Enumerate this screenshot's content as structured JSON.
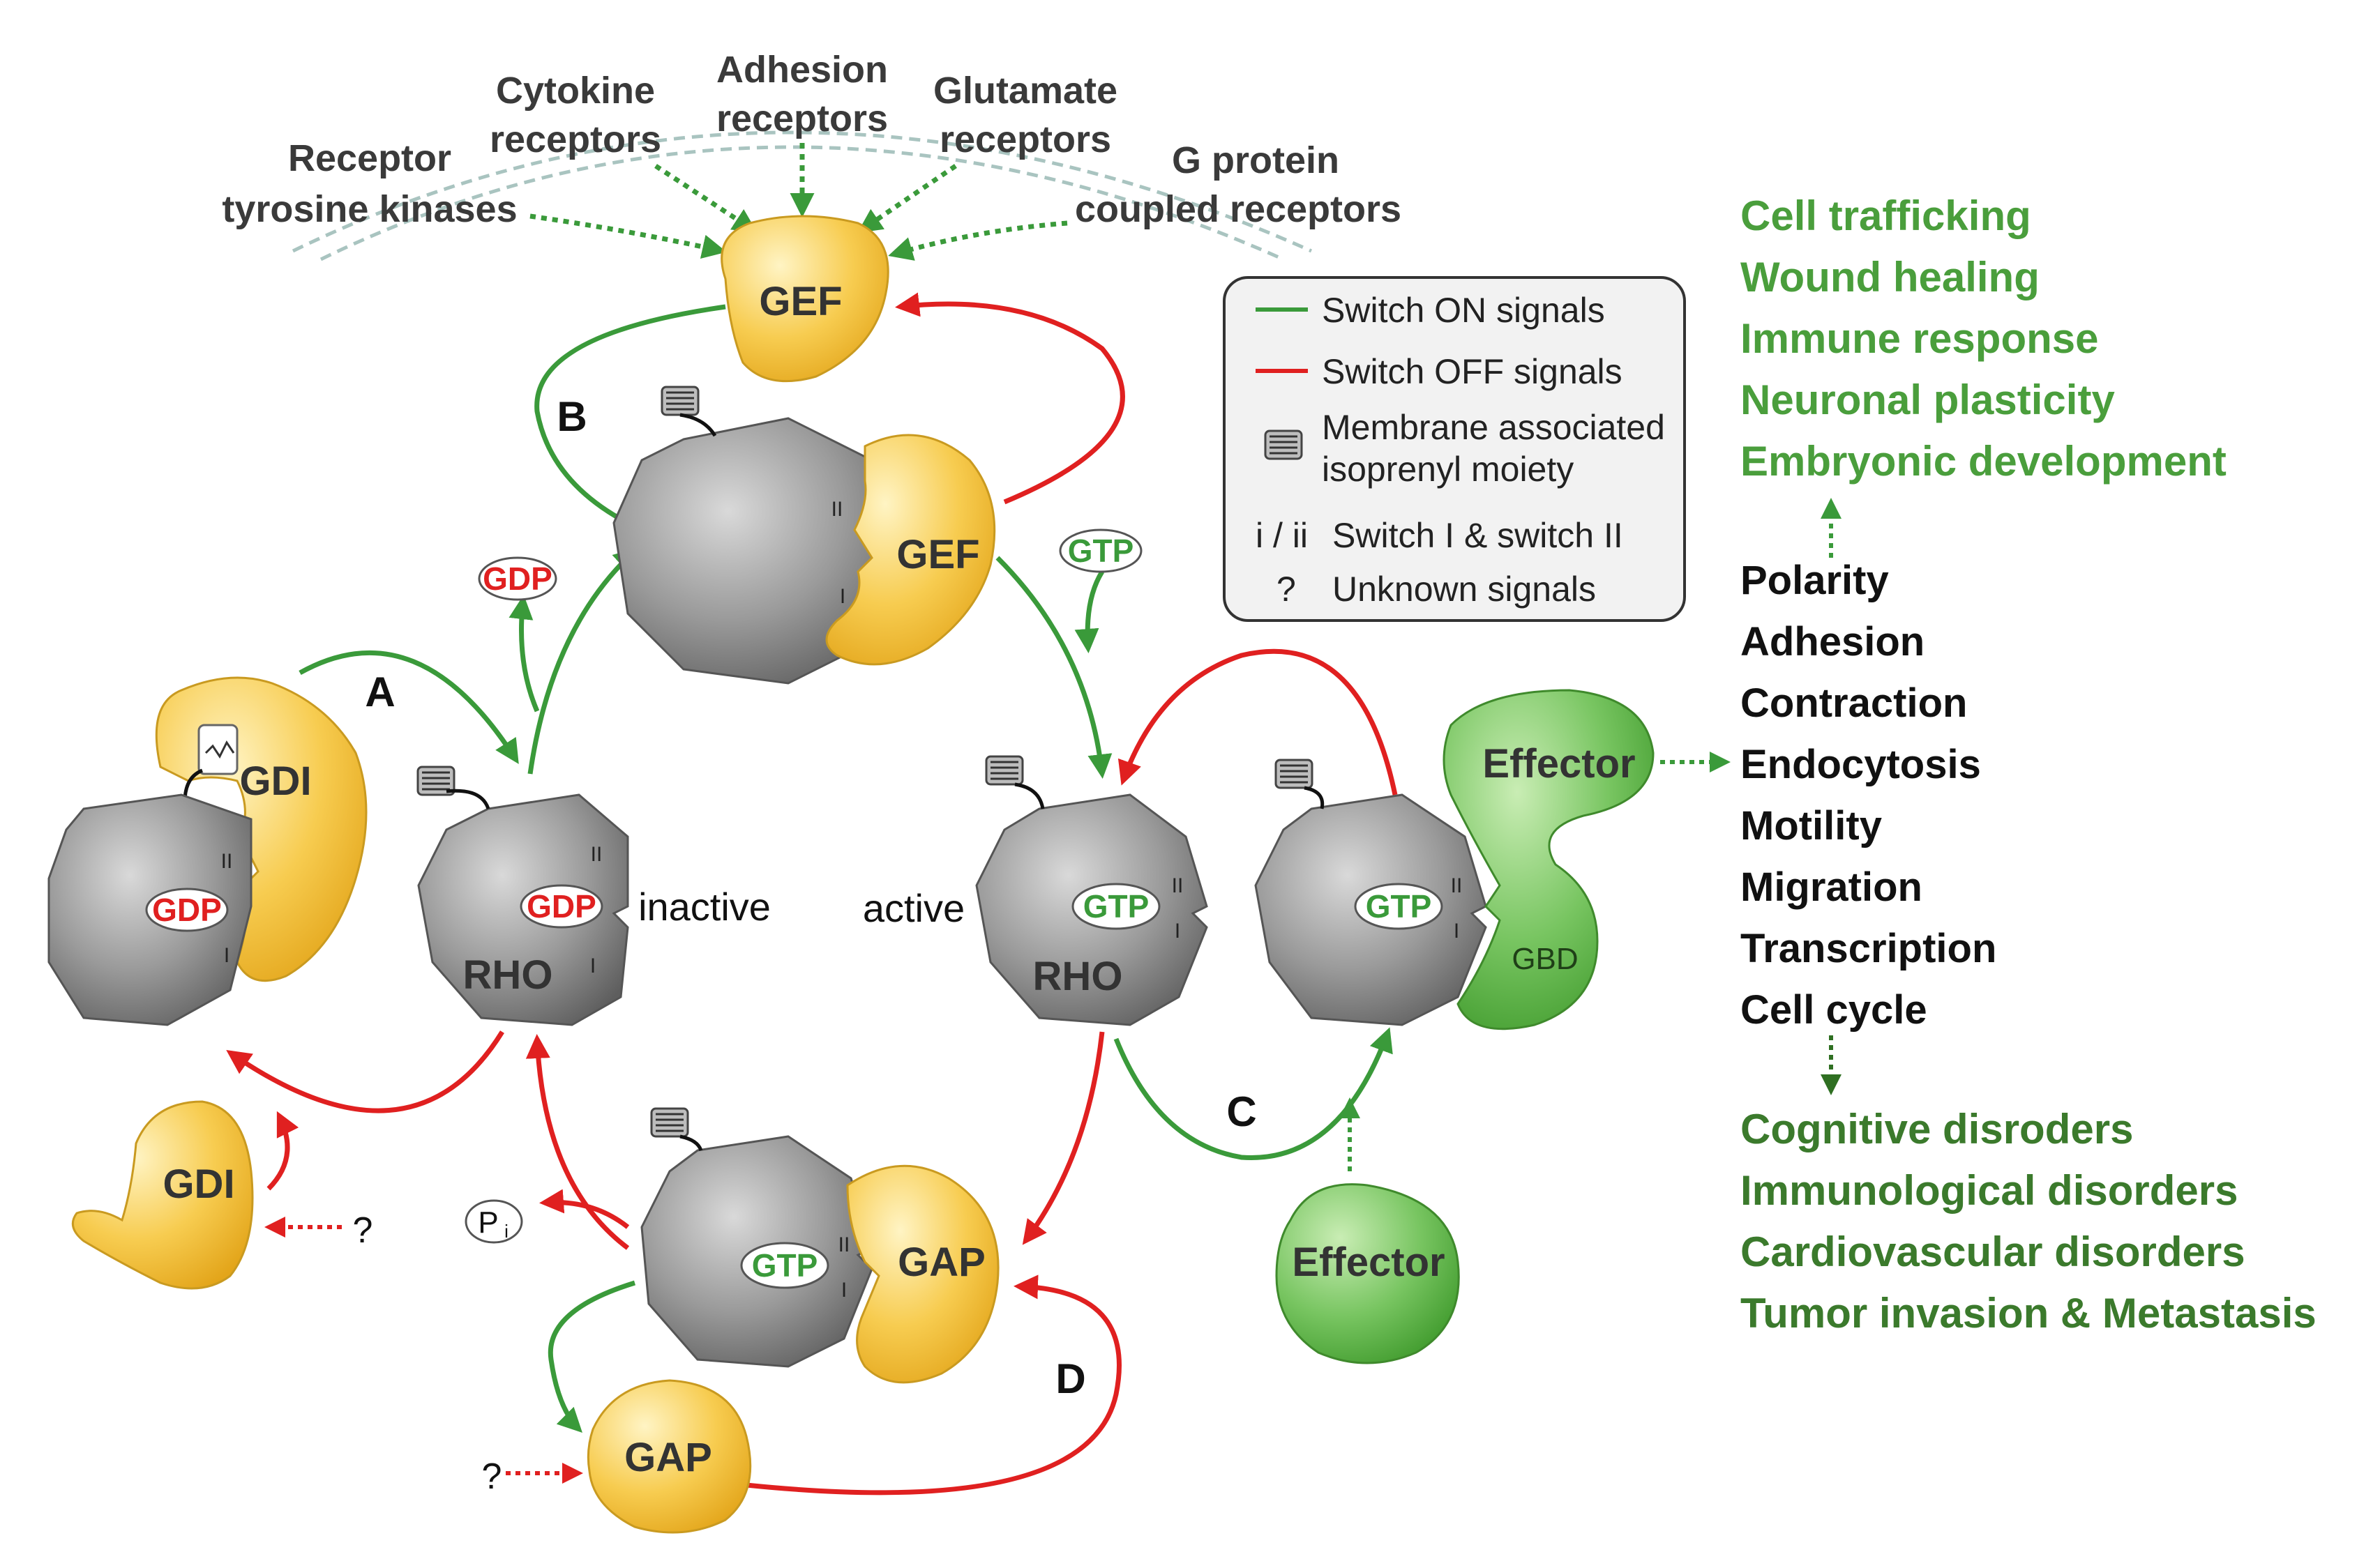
{
  "colors": {
    "switch_on": "#3a9a3a",
    "switch_off": "#e02020",
    "rho_gray": "#9a9a9a",
    "regulator_yellow": "#f5c542",
    "effector_green": "#6fc05a",
    "outcome_green": "#4a9e3c",
    "disease_green": "#3b7a2c"
  },
  "receptors": {
    "rtk_line1": "Receptor",
    "rtk_line2": "tyrosine kinases",
    "cytokine_line1": "Cytokine",
    "cytokine_line2": "receptors",
    "adhesion_line1": "Adhesion",
    "adhesion_line2": "receptors",
    "glutamate_line1": "Glutamate",
    "glutamate_line2": "receptors",
    "gpcr_line1": "G protein",
    "gpcr_line2": "coupled receptors"
  },
  "proteins": {
    "gef": "GEF",
    "gdi": "GDI",
    "gap": "GAP",
    "rho": "RHO",
    "effector": "Effector",
    "gbd": "GBD"
  },
  "nucleotides": {
    "gdp": "GDP",
    "gtp": "GTP",
    "pi_main": "P",
    "pi_sub": "i"
  },
  "states": {
    "inactive": "inactive",
    "active": "active"
  },
  "switch_labels": {
    "one": "I",
    "two": "II"
  },
  "cycle_letters": {
    "a": "A",
    "b": "B",
    "c": "C",
    "d": "D"
  },
  "unknown_mark": "?",
  "legend": {
    "on": "Switch ON  signals",
    "off": "Switch OFF  signals",
    "membrane_line1": "Membrane associated",
    "membrane_line2": "isoprenyl moiety",
    "switch_key": "i / ii",
    "switch_text": "Switch I & switch II",
    "unknown_key": "?",
    "unknown_text": "Unknown signals"
  },
  "outcomes": [
    "Cell trafficking",
    "Wound healing",
    "Immune response",
    "Neuronal plasticity",
    "Embryonic development"
  ],
  "processes": [
    "Polarity",
    "Adhesion",
    "Contraction",
    "Endocytosis",
    "Motility",
    "Migration",
    "Transcription",
    "Cell cycle"
  ],
  "disorders": [
    "Cognitive disroders",
    "Immunological disorders",
    "Cardiovascular disorders",
    "Tumor invasion & Metastasis"
  ]
}
